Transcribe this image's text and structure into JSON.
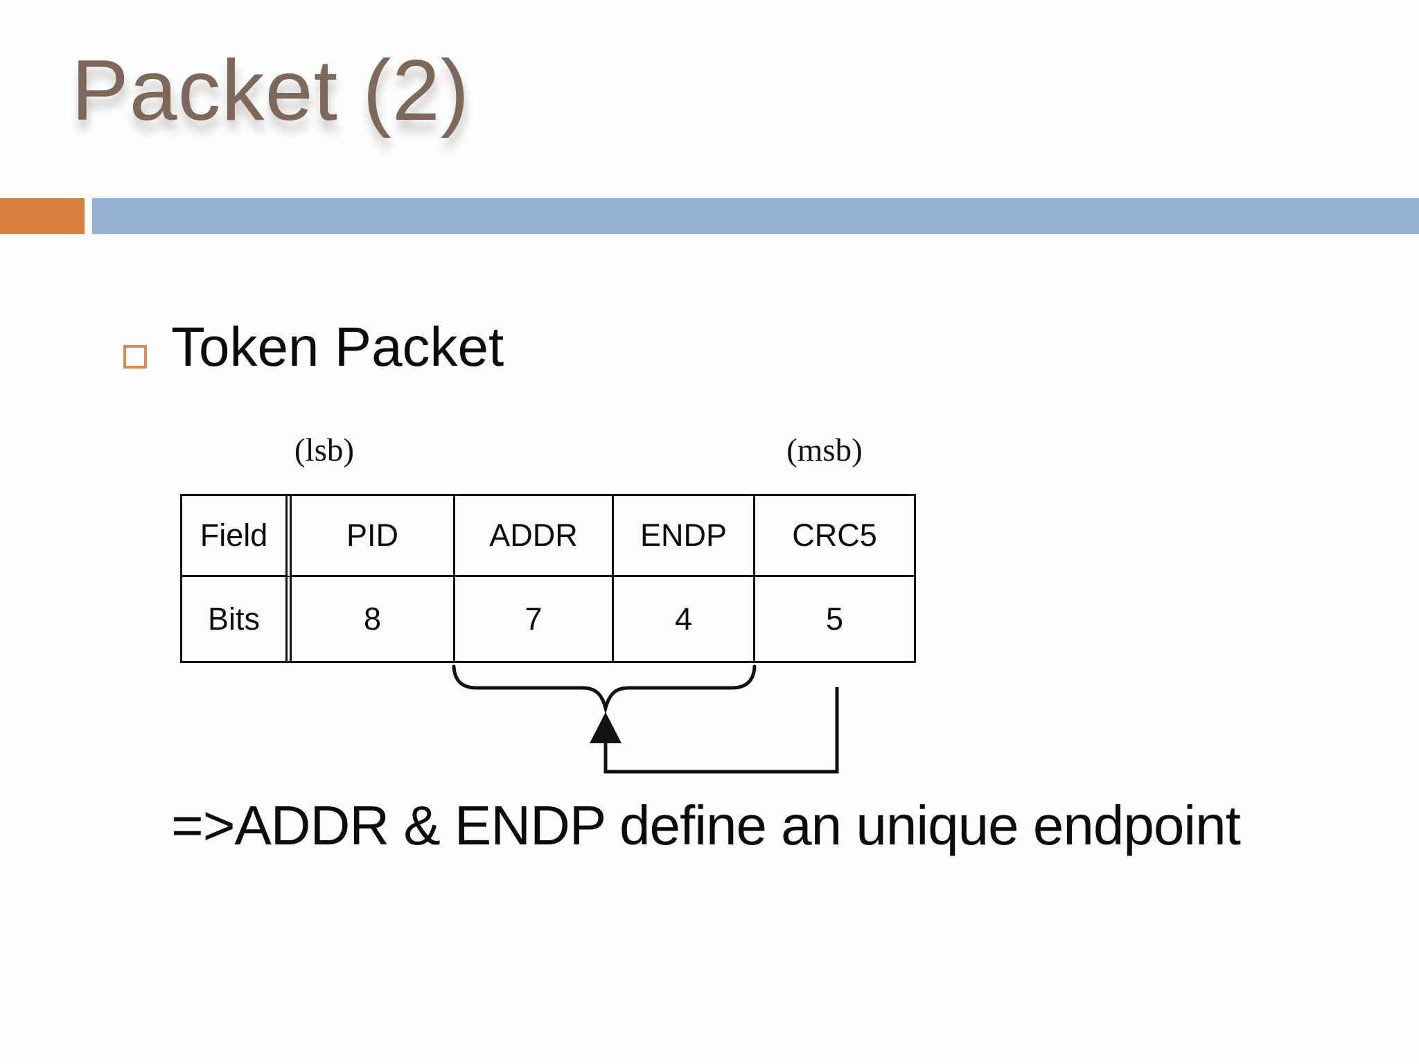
{
  "slide": {
    "title": "Packet (2)",
    "bullet_label": "Token Packet",
    "note": "=>ADDR & ENDP define an unique endpoint"
  },
  "diagram": {
    "lsb_label": "(lsb)",
    "msb_label": "(msb)",
    "table": {
      "rows": [
        [
          "Field",
          "PID",
          "ADDR",
          "ENDP",
          "CRC5"
        ],
        [
          "Bits",
          "8",
          "7",
          "4",
          "5"
        ]
      ]
    },
    "icons": {
      "bullet": "orange-outline-square",
      "arrow": "filled-up-arrow",
      "brace": "downward-curly-brace"
    }
  },
  "colors": {
    "title_text": "#7C695C",
    "accent_orange": "#D97F3E",
    "accent_blue": "#93B3D4",
    "bullet_outline": "#DE8A4D",
    "diagram_ink": "#111111",
    "background": "#FFFFFF"
  }
}
